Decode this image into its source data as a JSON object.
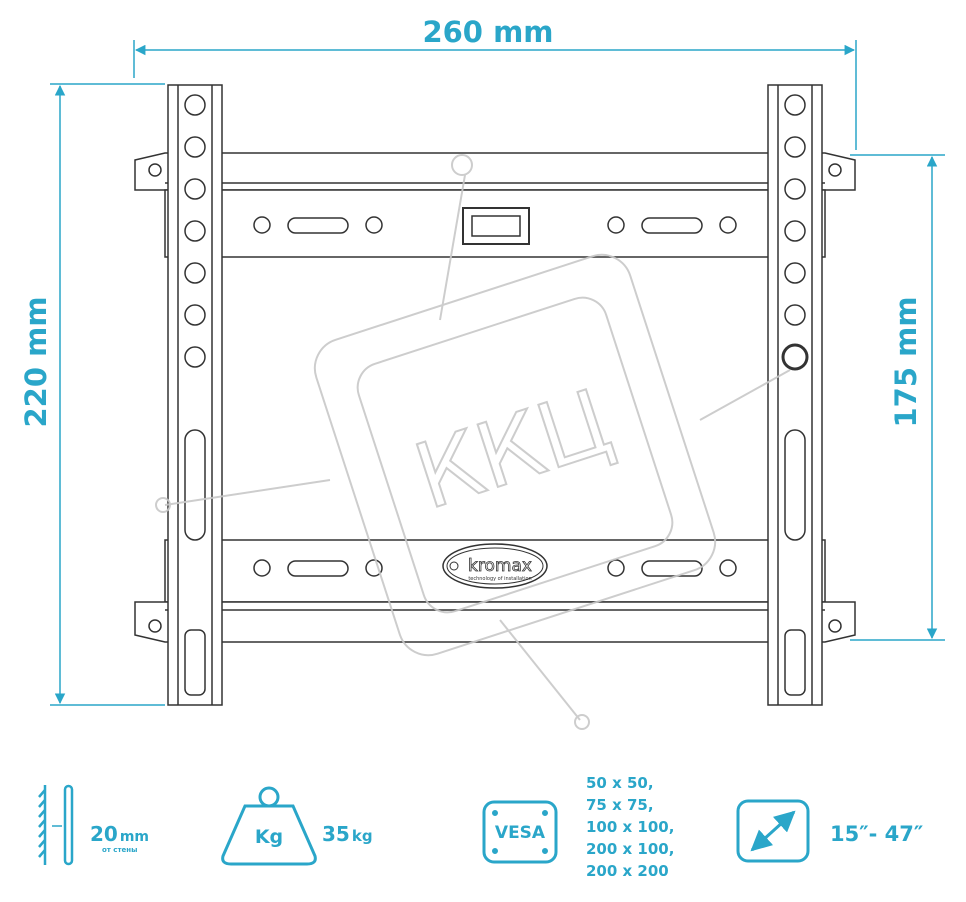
{
  "dimensions": {
    "width": "260 mm",
    "total_height": "220 mm",
    "plate_height": "175 mm"
  },
  "logo": {
    "brand": "kromax",
    "tagline": "technology of installation"
  },
  "watermark": "ККЦ",
  "specs": {
    "wall_distance": {
      "value": "20",
      "unit": "mm",
      "note": "от стены"
    },
    "load": {
      "icon_label": "Kg",
      "value": "35",
      "unit": "kg"
    },
    "vesa": {
      "icon_label": "VESA",
      "sizes": [
        "50 x 50,",
        "75 x 75,",
        "100 x 100,",
        "200 x 100,",
        "200 x 200"
      ]
    },
    "diagonal": {
      "range": "15″- 47″"
    }
  },
  "colors": {
    "accent": "#2aa6c9",
    "line": "#333333",
    "watermark": "#c8c8c8"
  }
}
